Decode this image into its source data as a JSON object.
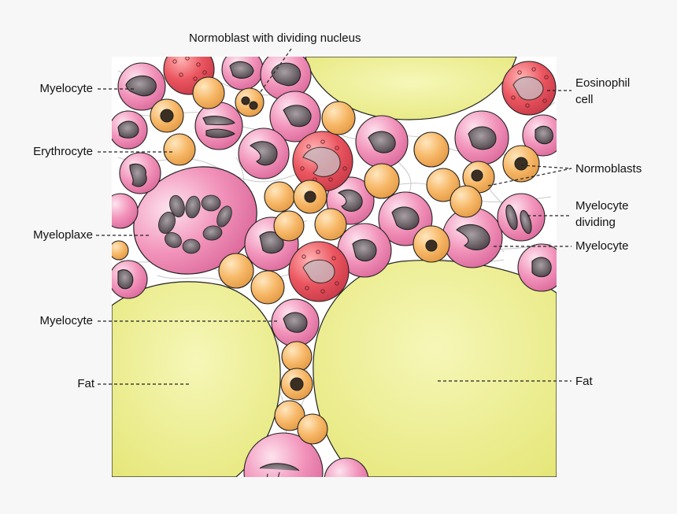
{
  "labels": {
    "normoblast_dividing": "Normoblast with dividing nucleus",
    "myelocyte_1": "Myelocyte",
    "erythrocyte": "Erythrocyte",
    "myeloplaxe": "Myeloplaxe",
    "myelocyte_2": "Myelocyte",
    "fat_left": "Fat",
    "eosinophil_line1": "Eosinophil",
    "eosinophil_line2": "cell",
    "normoblasts": "Normoblasts",
    "myelocyte_dividing_line1": "Myelocyte",
    "myelocyte_dividing_line2": "dividing",
    "myelocyte_3": "Myelocyte",
    "fat_right": "Fat"
  },
  "colors": {
    "background": "#f7f7f7",
    "tissue": "#ffffff",
    "fat": "#eef08e",
    "myelocyte": "#ee88b0",
    "myelocyte_nucleus": "#5d5358",
    "normoblast": "#f5b86a",
    "normoblast_nucleus": "#3a2f22",
    "eosinophil": "#e8505e",
    "line": "#222222"
  }
}
